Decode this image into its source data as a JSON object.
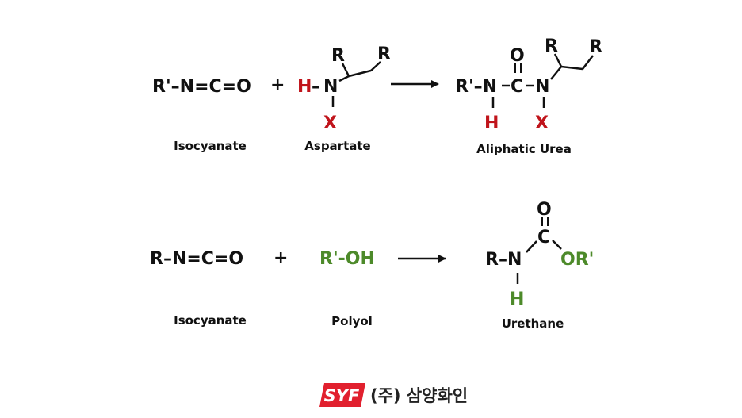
{
  "colors": {
    "text": "#111111",
    "red": "#c0141b",
    "green": "#4d8a2a",
    "logo_red": "#e1202e"
  },
  "reaction1": {
    "reactant1": "R'–N=C=O",
    "plus": "+",
    "reactant2": {
      "h": "H",
      "dash": "–",
      "n": "N",
      "r1": "R",
      "r2": "R",
      "x": "X"
    },
    "product": {
      "left": "R'–N",
      "c": "C",
      "o": "O",
      "n": "N",
      "h": "H",
      "x": "X",
      "r1": "R",
      "r2": "R"
    },
    "labels": {
      "reactant1": "Isocyanate",
      "reactant2": "Aspartate",
      "product": "Aliphatic Urea"
    }
  },
  "reaction2": {
    "reactant1": "R–N=C=O",
    "plus": "+",
    "reactant2": "R'-OH",
    "product": {
      "left": "R–N",
      "c": "C",
      "o": "O",
      "or": "OR'",
      "h": "H"
    },
    "labels": {
      "reactant1": "Isocyanate",
      "reactant2": "Polyol",
      "product": "Urethane"
    }
  },
  "logo": {
    "mark": "SYF",
    "company": "(주) 삼양화인"
  }
}
